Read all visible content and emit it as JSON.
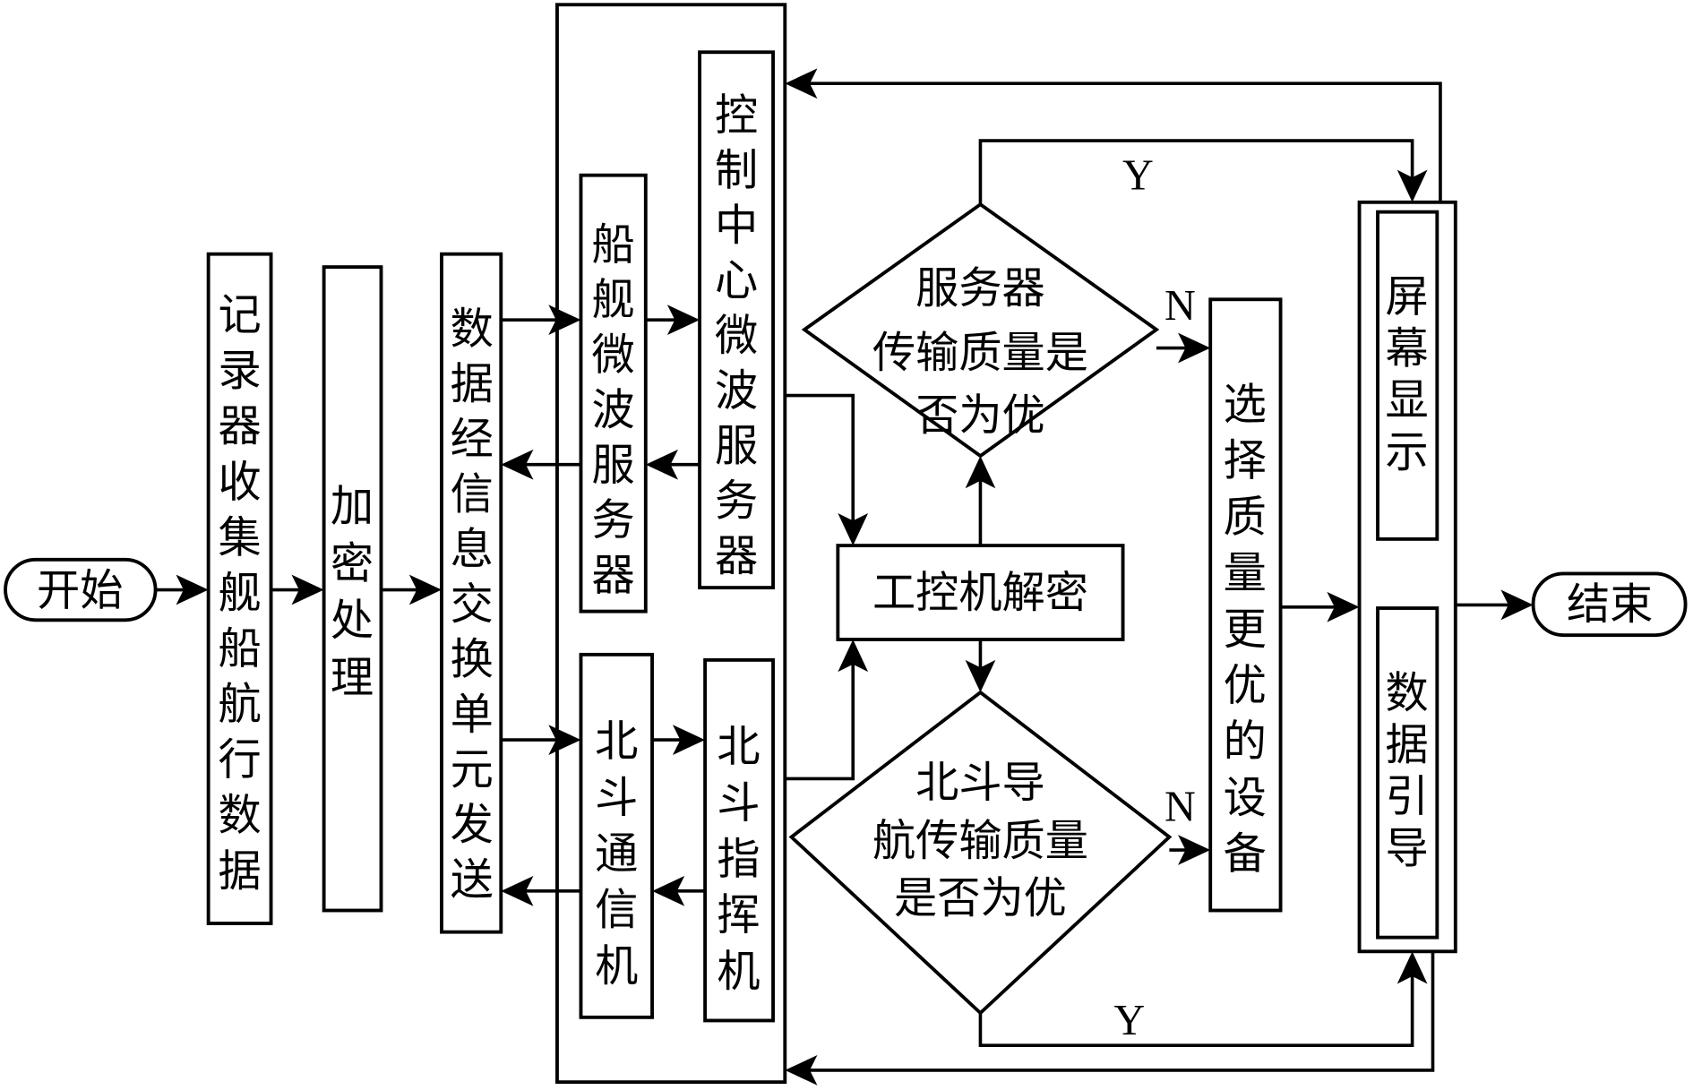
{
  "diagram": {
    "type": "flowchart",
    "line_color": "#000000",
    "background": "#ffffff",
    "nodes": {
      "start": "开始",
      "record": "记录器收集舰船航行数据",
      "encrypt": "加密处理",
      "exchange": "数据经信息交换单元发送",
      "ship_server": "船舰微波服务器",
      "control_server": "控制中心微波服务器",
      "bd_comm": "北斗通信机",
      "bd_command": "北斗指挥机",
      "decrypt": "工控机解密",
      "server_decision": [
        "服务器",
        "传输质量是",
        "否为优"
      ],
      "bd_decision": [
        "北斗导",
        "航传输质量",
        "是否为优"
      ],
      "select": "选择质量更优的设备",
      "screen": "屏幕显示",
      "guide": "数据引导",
      "end": "结束"
    },
    "edge_labels": {
      "server_yes": "Y",
      "server_no": "N",
      "bd_yes": "Y",
      "bd_no": "N"
    }
  }
}
